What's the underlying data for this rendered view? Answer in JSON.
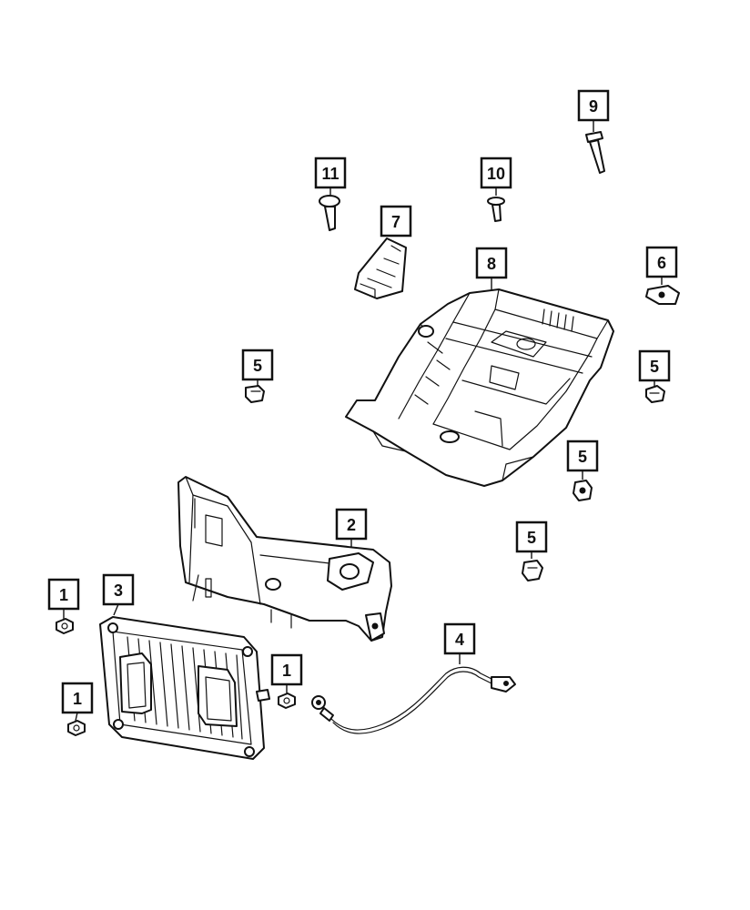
{
  "callouts": [
    {
      "id": "c11",
      "label": "11"
    },
    {
      "id": "c10",
      "label": "10"
    },
    {
      "id": "c9",
      "label": "9"
    },
    {
      "id": "c7",
      "label": "7"
    },
    {
      "id": "c8",
      "label": "8"
    },
    {
      "id": "c6",
      "label": "6"
    },
    {
      "id": "c5a",
      "label": "5"
    },
    {
      "id": "c5b",
      "label": "5"
    },
    {
      "id": "c5c",
      "label": "5"
    },
    {
      "id": "c5d",
      "label": "5"
    },
    {
      "id": "c2",
      "label": "2"
    },
    {
      "id": "c1a",
      "label": "1"
    },
    {
      "id": "c3",
      "label": "3"
    },
    {
      "id": "c1b",
      "label": "1"
    },
    {
      "id": "c1c",
      "label": "1"
    },
    {
      "id": "c4",
      "label": "4"
    }
  ]
}
